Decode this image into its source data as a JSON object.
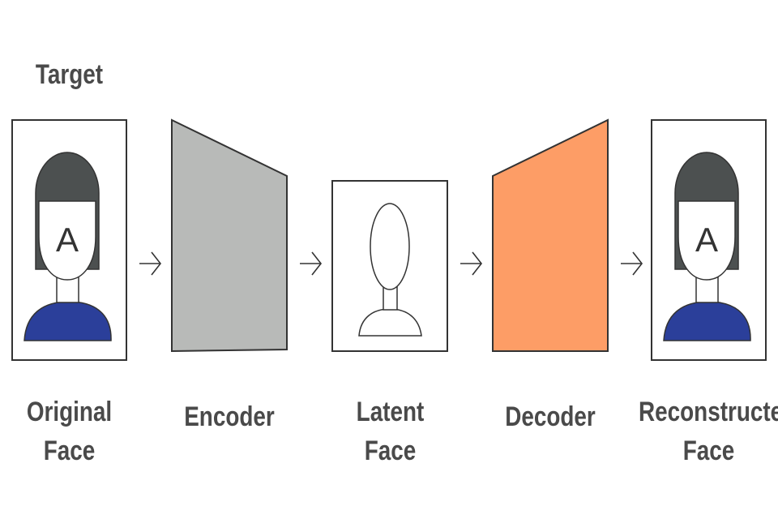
{
  "title": "Target",
  "stages": [
    {
      "id": "original-face",
      "lines": [
        "Original",
        "Face"
      ]
    },
    {
      "id": "encoder",
      "lines": [
        "Encoder"
      ]
    },
    {
      "id": "latent-face",
      "lines": [
        "Latent",
        "Face"
      ]
    },
    {
      "id": "decoder",
      "lines": [
        "Decoder"
      ]
    },
    {
      "id": "reconstructed-face",
      "lines": [
        "Reconstructed",
        "Face"
      ]
    }
  ],
  "face_letter": "A",
  "colors": {
    "text": "#4a4a4a",
    "hair": "#4c5050",
    "shirt": "#2b3f9a",
    "encoder": "#b8bab8",
    "decoder": "#fd9d66",
    "outline": "#333333"
  },
  "icons": [
    "arrow-right-icon",
    "face-icon",
    "latent-face-icon"
  ]
}
